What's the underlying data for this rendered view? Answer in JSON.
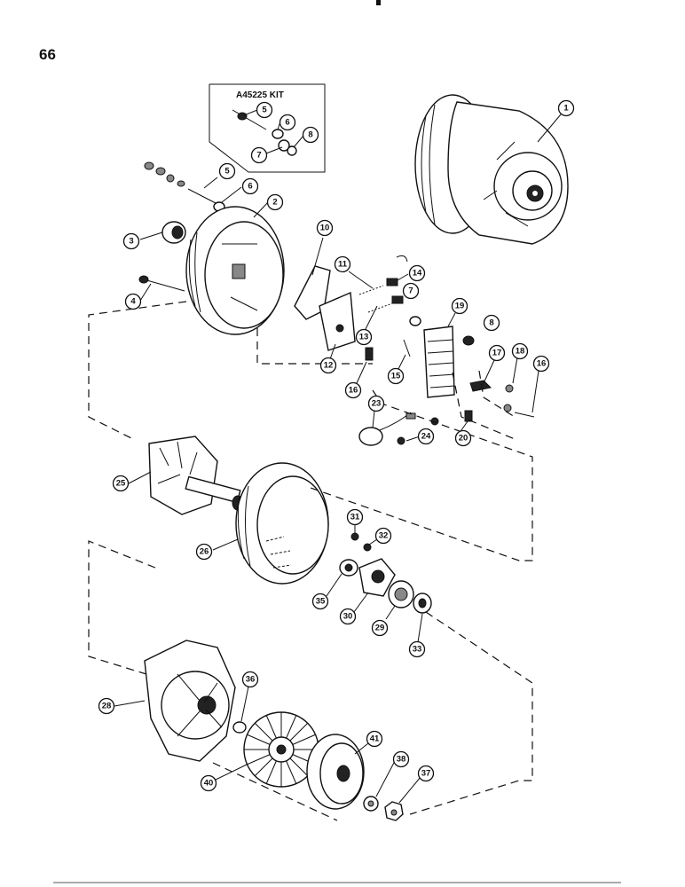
{
  "page": {
    "number": "66"
  },
  "kit": {
    "title": "A45225 KIT"
  },
  "callouts": {
    "c1": "1",
    "c2": "2",
    "c3": "3",
    "c4": "4",
    "c5k": "5",
    "c6k": "6",
    "c7k": "7",
    "c8k": "8",
    "c5": "5",
    "c6": "6",
    "c7": "7",
    "c8": "8",
    "c10": "10",
    "c11": "11",
    "c12": "12",
    "c13": "13",
    "c14": "14",
    "c15": "15",
    "c16a": "16",
    "c16b": "16",
    "c17": "17",
    "c18": "18",
    "c19": "19",
    "c20": "20",
    "c23": "23",
    "c24": "24",
    "c25": "25",
    "c26": "26",
    "c28": "28",
    "c29": "29",
    "c30": "30",
    "c31": "31",
    "c32": "32",
    "c33": "33",
    "c35": "35",
    "c36": "36",
    "c37": "37",
    "c38": "38",
    "c40": "40",
    "c41": "41"
  }
}
